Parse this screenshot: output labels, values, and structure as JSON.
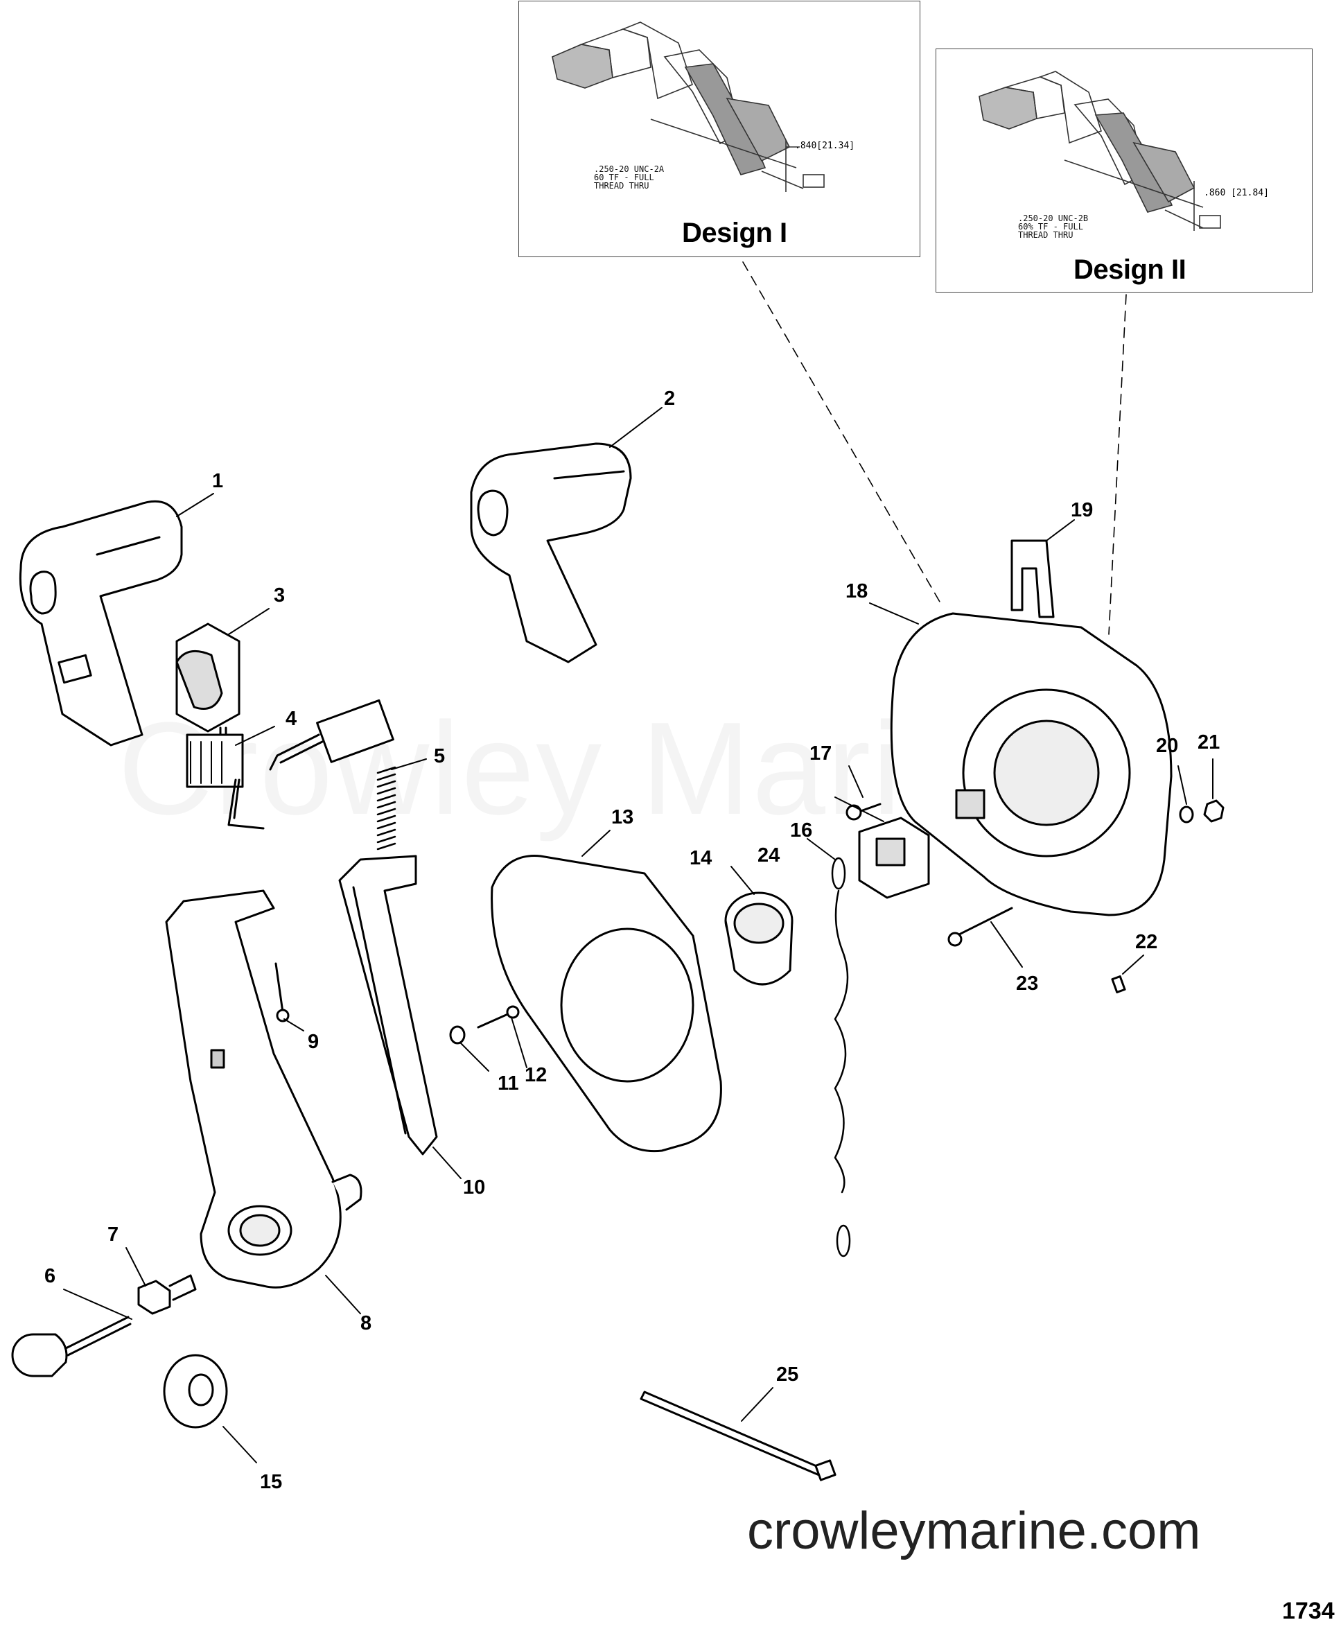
{
  "watermark": "Crowley Marine",
  "website": "crowleymarine.com",
  "figure_number": "1734",
  "insets": [
    {
      "title": "Design I",
      "note": ".250-20 UNC-2A\n60 TF - FULL\nTHREAD THRU",
      "dimension": ".840[21.34]"
    },
    {
      "title": "Design II",
      "note": ".250-20 UNC-2B\n60% TF - FULL\nTHREAD THRU",
      "dimension": ".860 [21.84]"
    }
  ],
  "callouts": [
    "1",
    "2",
    "3",
    "4",
    "5",
    "6",
    "7",
    "8",
    "9",
    "10",
    "11",
    "12",
    "13",
    "14",
    "15",
    "16",
    "17",
    "18",
    "19",
    "20",
    "21",
    "22",
    "23",
    "24",
    "25"
  ]
}
